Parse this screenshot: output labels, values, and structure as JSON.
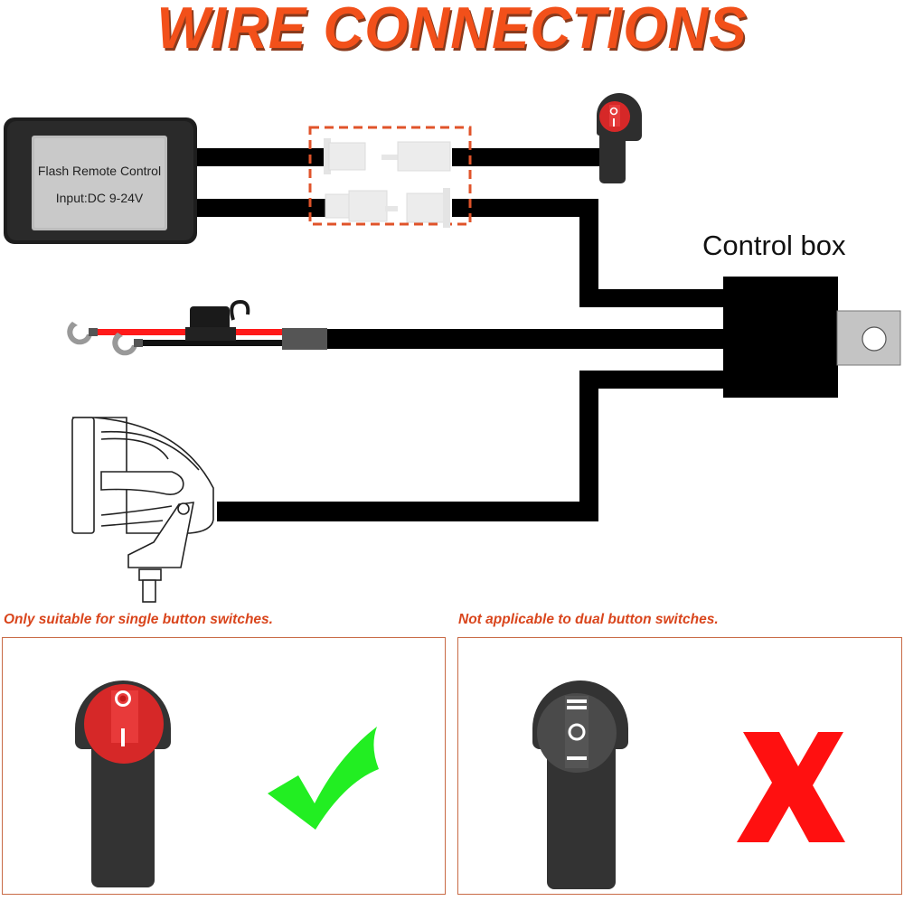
{
  "title": "WIRE CONNECTIONS",
  "components": {
    "remote_module": {
      "line1": "Flash Remote Control",
      "line2": "Input:DC 9-24V"
    },
    "control_box": {
      "label": "Control box"
    },
    "connectors": {
      "icon": "wire-connectors-icon"
    },
    "switch": {
      "icon": "rocker-switch-icon"
    },
    "battery_leads": {
      "icon": "ring-terminal-fuse-icon"
    },
    "light": {
      "icon": "work-light-icon"
    }
  },
  "notes": {
    "compatible": {
      "text": "Only suitable for single button switches.",
      "switch_type": "single-button",
      "verdict_icon": "checkmark-icon"
    },
    "incompatible": {
      "text": "Not applicable to dual button switches.",
      "switch_type": "dual-button",
      "verdict_icon": "x-mark-icon"
    }
  },
  "colors": {
    "title": "#f2501a",
    "note_text": "#d9451c",
    "panel_border": "#c86a45",
    "dashed_box": "#e0532a",
    "switch_red": "#e02a2a",
    "wire_red": "#ff1a1a",
    "check_green": "#22ee22",
    "x_red": "#ff1010"
  }
}
